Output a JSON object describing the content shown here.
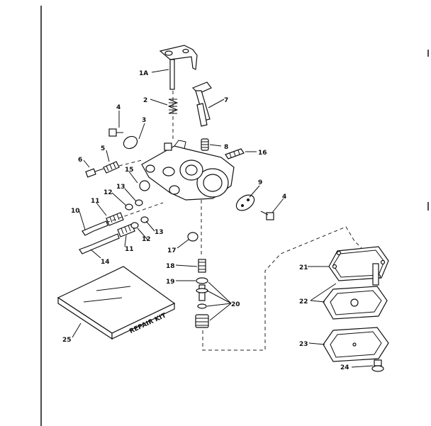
{
  "labels": {
    "p1a": "1A",
    "p2": "2",
    "p3": "3",
    "p4a": "4",
    "p4b": "4",
    "p5": "5",
    "p6": "6",
    "p7": "7",
    "p8": "8",
    "p9": "9",
    "p10": "10",
    "p11a": "11",
    "p11b": "11",
    "p12a": "12",
    "p12b": "12",
    "p13a": "13",
    "p13b": "13",
    "p14": "14",
    "p15": "15",
    "p16": "16",
    "p17": "17",
    "p18": "18",
    "p19": "19",
    "p20": "20",
    "p21": "21",
    "p22": "22",
    "p23": "23",
    "p24": "24",
    "p25": "25"
  },
  "repair_kit_text": "REPAIR KIT",
  "colors": {
    "ink": "#111111",
    "background": "#ffffff"
  }
}
